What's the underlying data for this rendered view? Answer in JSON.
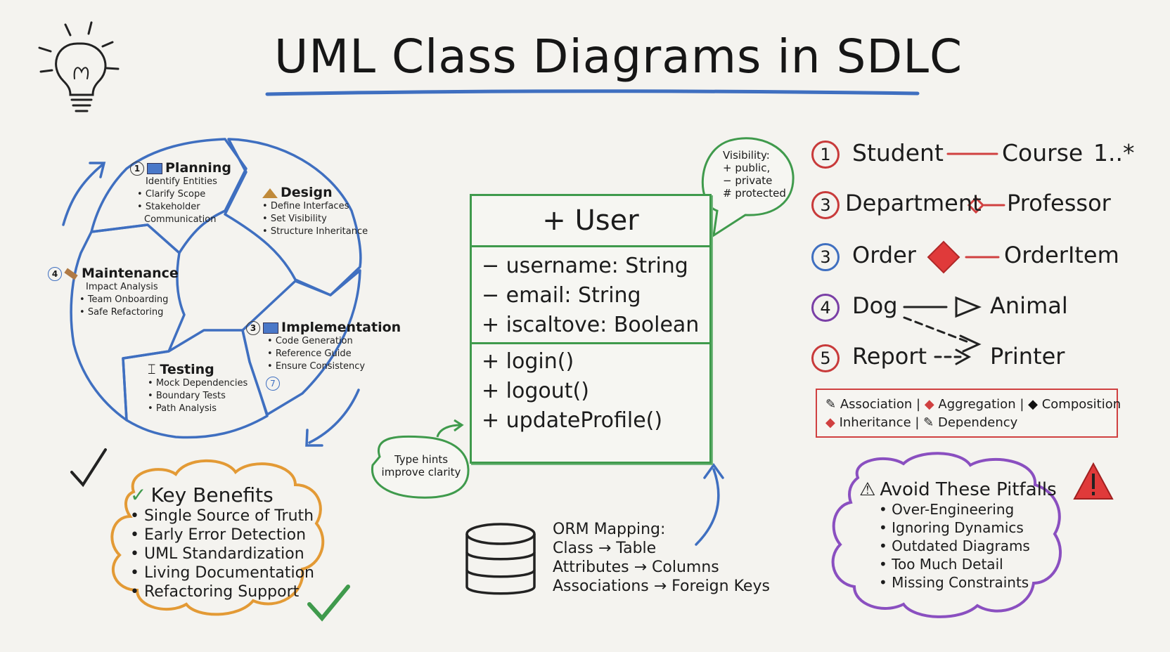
{
  "title": "UML Class Diagrams in SDLC",
  "sdlc_cycle": {
    "phases": [
      {
        "number": "1",
        "name": "Planning",
        "items": [
          "Identify Entities",
          "Clarify Scope",
          "Stakeholder",
          "Communication"
        ]
      },
      {
        "number": "",
        "name": "Design",
        "items": [
          "Define Interfaces",
          "Set Visibility",
          "Structure Inheritance"
        ]
      },
      {
        "number": "3",
        "name": "Implementation",
        "items": [
          "Code Generation",
          "Reference Guide",
          "Ensure Consistency"
        ]
      },
      {
        "number": "",
        "name": "Testing",
        "items": [
          "Mock Dependencies",
          "Boundary Tests",
          "Path Analysis"
        ]
      },
      {
        "number": "4",
        "name": "Maintenance",
        "items": [
          "Impact Analysis",
          "Team Onboarding",
          "Safe Refactoring"
        ]
      }
    ],
    "extra_badge": "7"
  },
  "uml_class": {
    "name": "+ User",
    "attributes": [
      "− username: String",
      "− email: String",
      "+ iscaltove: Boolean"
    ],
    "methods": [
      "+ login()",
      "+ logout()",
      "+ updateProfile()"
    ]
  },
  "visibility_note": {
    "lines": [
      "Visibility:",
      "+ public,",
      "− private",
      "# protected"
    ]
  },
  "type_hints_note": {
    "lines": [
      "Type hints",
      "improve clarity"
    ]
  },
  "orm": {
    "lines": [
      "ORM Mapping:",
      "Class → Table",
      "Attributes → Columns",
      "Associations → Foreign Keys"
    ]
  },
  "relationships": [
    {
      "number": "1",
      "left": "Student",
      "right": "Course",
      "multiplicity": "1..*",
      "kind": "association"
    },
    {
      "number": "3",
      "left": "Department",
      "right": "Professor",
      "multiplicity": "",
      "kind": "aggregation"
    },
    {
      "number": "3",
      "left": "Order",
      "right": "OrderItem",
      "multiplicity": "",
      "kind": "composition"
    },
    {
      "number": "4",
      "left": "Dog",
      "right": "Animal",
      "multiplicity": "",
      "kind": "inheritance"
    },
    {
      "number": "5",
      "left": "Report",
      "right": "Printer",
      "multiplicity": "",
      "kind": "dependency"
    }
  ],
  "legend": {
    "row1": [
      "Association |",
      "Aggregation |",
      "Composition"
    ],
    "row2": [
      "Inheritance |",
      "Dependency"
    ]
  },
  "key_benefits": {
    "heading": "Key Benefits",
    "items": [
      "• Single Source of Truth",
      "• Early Error Detection",
      "• UML Standardization",
      "• Living Documentation",
      "• Refactoring Support"
    ]
  },
  "pitfalls": {
    "heading": "Avoid These Pitfalls",
    "items": [
      "• Over-Engineering",
      "• Ignoring Dynamics",
      "• Outdated Diagrams",
      "• Too Much Detail",
      "• Missing Constraints"
    ]
  },
  "colors": {
    "blue": "#3f6fc0",
    "green": "#3f9a4c",
    "red": "#d04040",
    "orange": "#e39a35",
    "purple": "#8a4fc0"
  }
}
